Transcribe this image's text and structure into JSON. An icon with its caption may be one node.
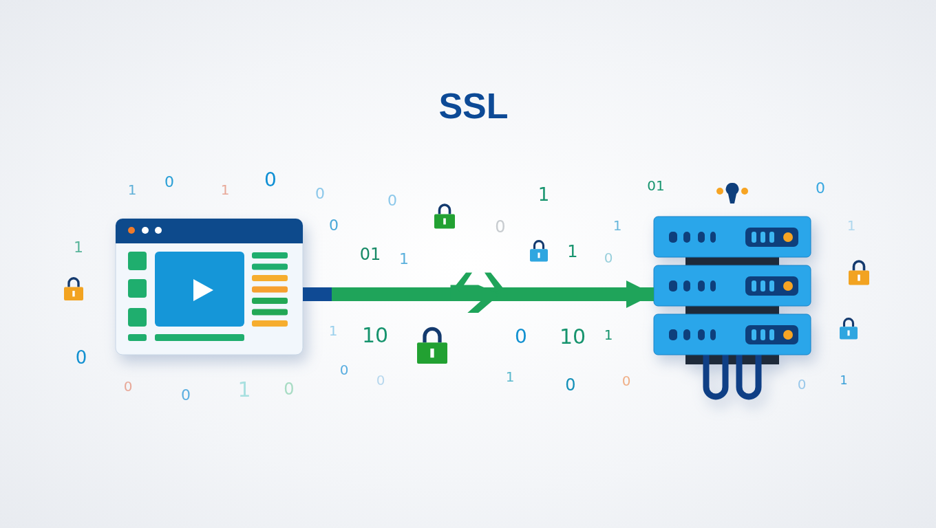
{
  "diagram": {
    "title": "SSL",
    "nodes": [
      {
        "text": [],
        "shape": "picture"
      },
      {
        "text": [],
        "shape": "picture"
      }
    ],
    "edges": [
      {
        "from": 0,
        "to": 1,
        "arrow": "to"
      }
    ],
    "labels": [
      "1",
      "0",
      "1",
      "0",
      "0",
      "0",
      "1",
      "01",
      "0",
      "0",
      "0",
      "1",
      "1",
      "1",
      "01",
      "1",
      "1",
      "0",
      "1",
      "10",
      "0",
      "10",
      "1",
      "0",
      "0",
      "0",
      "1",
      "0",
      "0",
      "0",
      "1",
      "0",
      "0",
      "0",
      "1"
    ]
  }
}
